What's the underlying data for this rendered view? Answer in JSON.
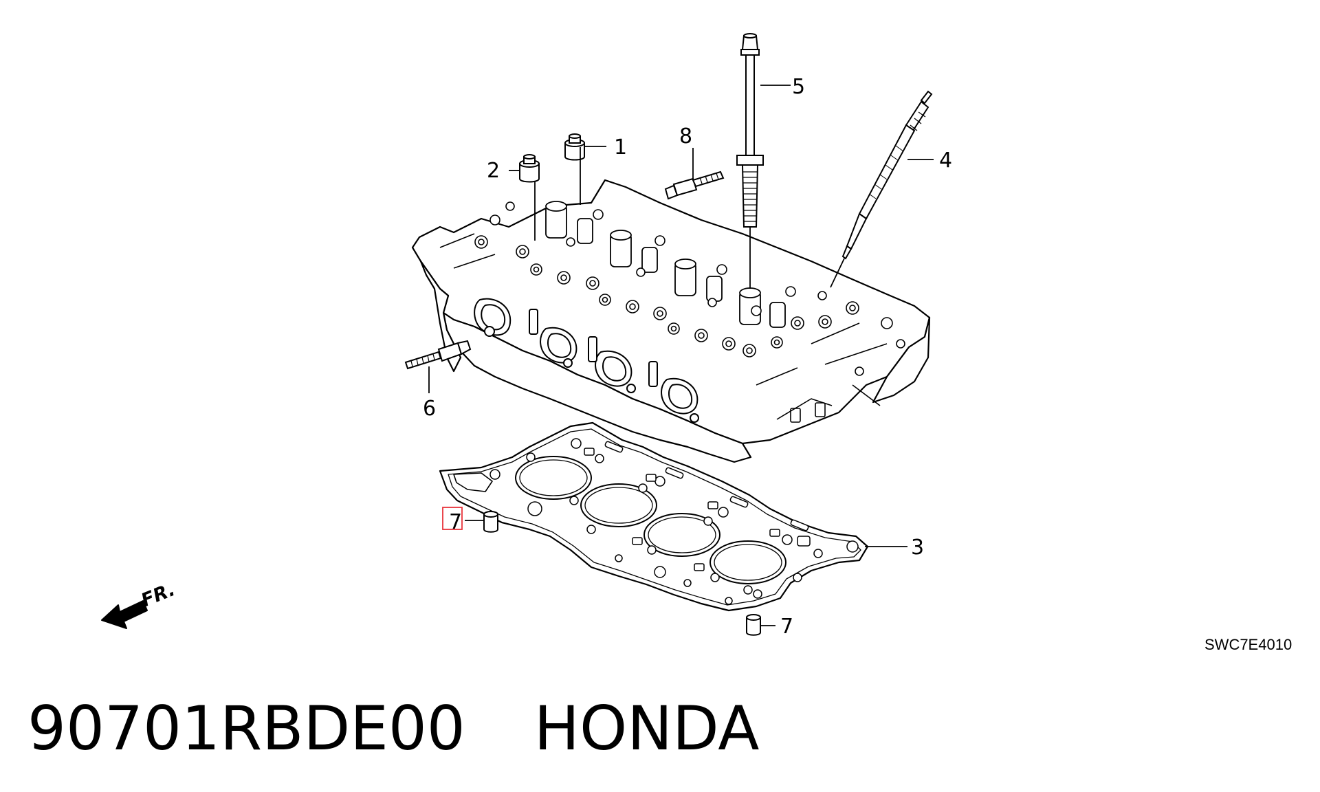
{
  "callouts": {
    "c1": "1",
    "c2": "2",
    "c3": "3",
    "c4": "4",
    "c5": "5",
    "c6": "6",
    "c7_highlighted": "7",
    "c7": "7",
    "c8": "8"
  },
  "highlight_color": "#e8333a",
  "direction_label": "FR.",
  "diagram_code": "SWC7E4010",
  "footer": {
    "part_number": "90701RBDE00",
    "brand": "HONDA"
  }
}
